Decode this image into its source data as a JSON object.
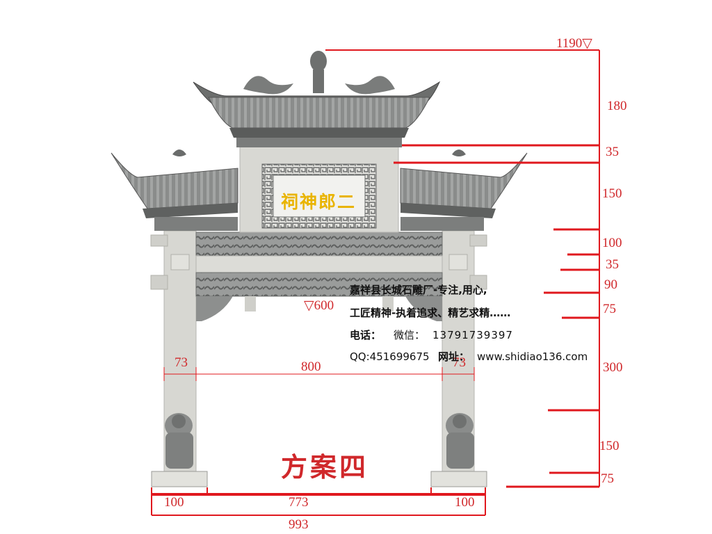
{
  "plaque": {
    "text": "祠神郎二"
  },
  "plan_title": "方案四",
  "dimensions": {
    "total_height": "1190▽",
    "right_column": [
      "180",
      "35",
      "150",
      "100",
      "35",
      "90",
      "75",
      "300",
      "150",
      "75"
    ],
    "beam_height": "▽600",
    "span": {
      "left_pillar": "73",
      "opening": "800",
      "right_pillar": "73"
    },
    "base": {
      "left": "100",
      "middle": "773",
      "right": "100",
      "total": "993"
    }
  },
  "company": {
    "line1": "嘉祥县长城石雕厂-专注,用心,",
    "line2": "工匠精神-执着追求、精艺求精……",
    "phone_label": "电话：",
    "wechat_label": "微信：",
    "phone": "13791739397",
    "qq": "QQ:451699675",
    "site_label": "网址：",
    "site": "www.shidiao136.com"
  },
  "colors": {
    "dimension": "#d0282b",
    "stone": "#d9d9d4",
    "roof": "#6f7170",
    "plaque_text": "#e9b400"
  }
}
